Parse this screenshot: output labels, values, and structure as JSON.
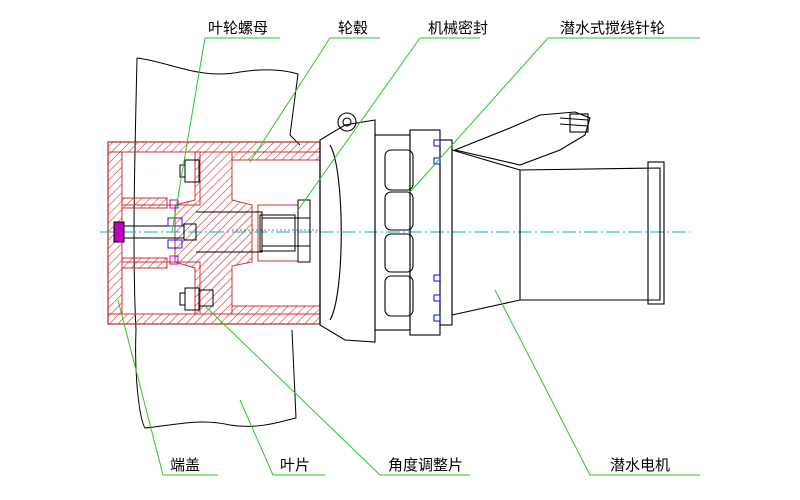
{
  "labels": {
    "impeller_nut": "叶轮螺母",
    "hub": "轮毂",
    "mechanical_seal": "机械密封",
    "submersible_mixer": "潜水式搅线针轮",
    "end_cap": "端盖",
    "blade": "叶片",
    "angle_plate": "角度调整片",
    "submersible_motor": "潜水电机"
  },
  "colors": {
    "section_hatch": "#d03030",
    "centerline": "#00b0d8",
    "leader": "#22cc22",
    "outline": "#000000",
    "bolt": "#1a1aff",
    "magenta_part": "#c000c0"
  }
}
